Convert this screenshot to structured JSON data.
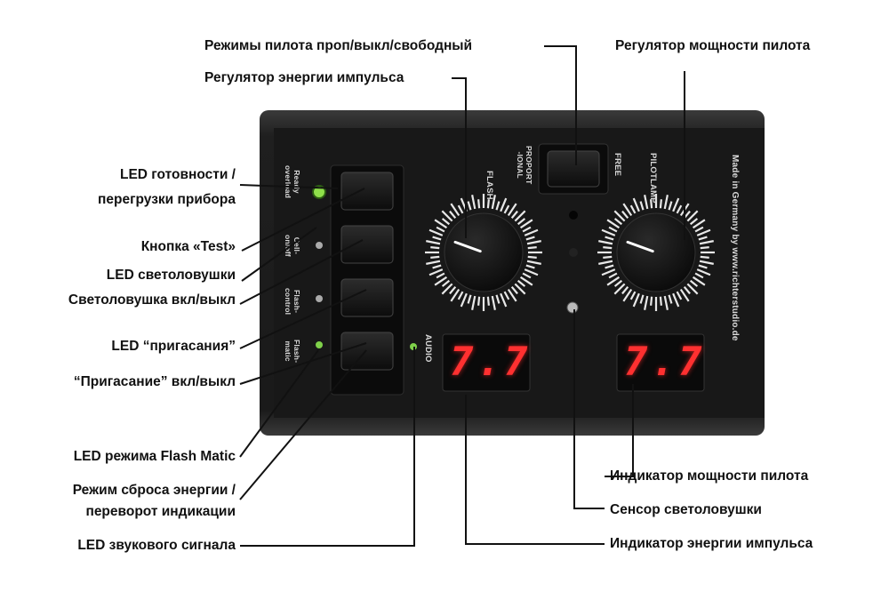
{
  "labels": {
    "pilot_modes": "Режимы пилота проп/выкл/свободный",
    "flash_energy_regulator": "Регулятор энергии импульса",
    "pilot_power_regulator": "Регулятор мощности пилота",
    "ready_led_line1": "LED готовности /",
    "ready_led_line2": "перегрузки прибора",
    "test_button": "Кнопка «Test»",
    "cell_led": "LED светоловушки",
    "cell_switch": "Светоловушка вкл/выкл",
    "dimming_led": "LED “пригасания”",
    "dimming_switch": "“Пригасание” вкл/выкл",
    "flashmatic_led": "LED режима Flash Matic",
    "energy_reset_line1": "Режим сброса энергии /",
    "energy_reset_line2": "переворот индикации",
    "audio_led": "LED звукового сигнала",
    "pilot_power_indicator": "Индикатор мощности пилота",
    "cell_sensor": "Сенсор светоловушки",
    "flash_energy_indicator": "Индикатор энергии импульса"
  },
  "panel": {
    "ready_label": "Ready\noverload",
    "cell_label": "Cell-\non/off",
    "flash_control_label": "Flash-\ncontrol",
    "flash_matic_label": "Flash-\nmatic",
    "audio_label": "AUDIO",
    "flash_label": "FLASH",
    "proportional_label": "PROPORT\n-IONAL",
    "free_label": "FREE",
    "pilotlamp_label": "PILOTLAMP",
    "made_in": "Made in Germany by www.richterstudio.de",
    "display_left": "7.7",
    "display_right": "7.7"
  },
  "colors": {
    "panel": "#1e1e1e",
    "led_green": "#8fe04a",
    "display_red": "#ff3030"
  }
}
